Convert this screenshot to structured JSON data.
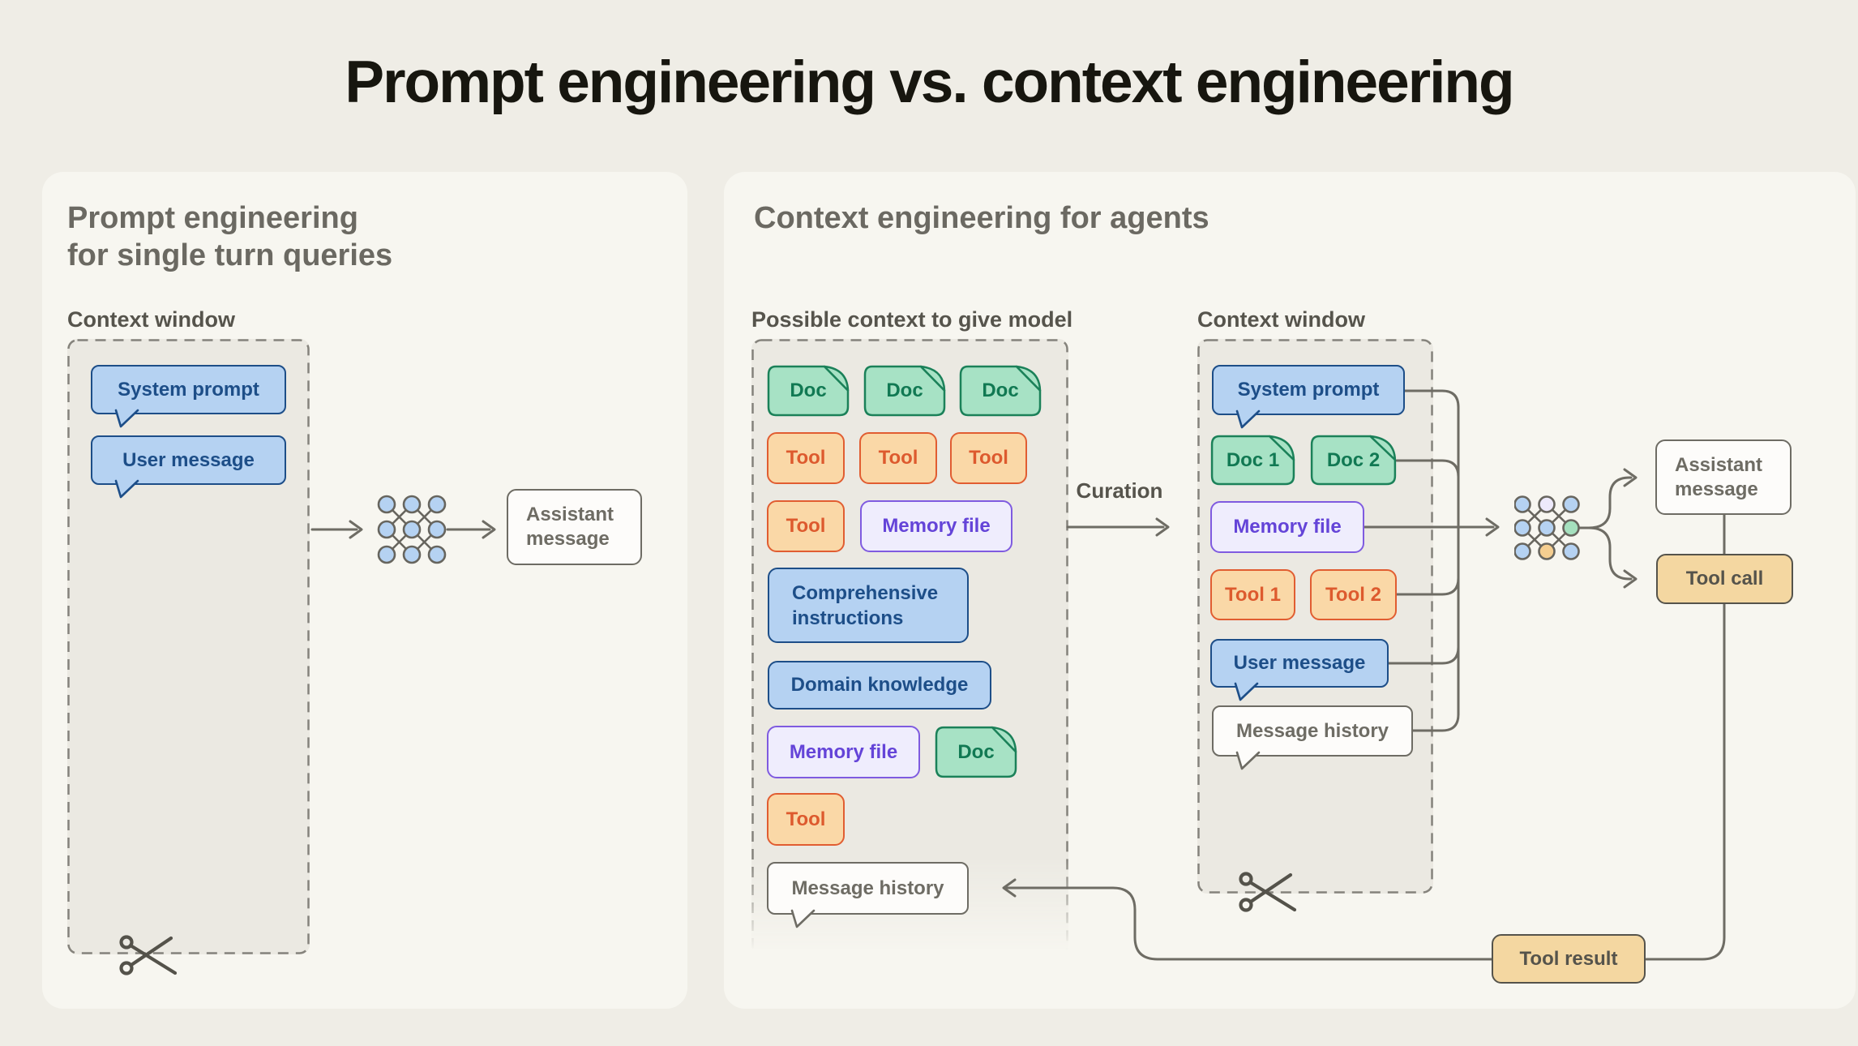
{
  "title": "Prompt engineering vs. context engineering",
  "left_panel": {
    "heading": [
      "Prompt engineering",
      "for single turn queries"
    ],
    "context_window_label": "Context window",
    "bubbles": {
      "system_prompt": "System prompt",
      "user_message": "User message"
    },
    "assistant_message": [
      "Assistant",
      "message"
    ]
  },
  "right_panel": {
    "heading": "Context engineering for agents",
    "possible_context_label": "Possible context to give model",
    "context_window_label": "Context window",
    "curation_label": "Curation",
    "possible_context": {
      "doc_row": [
        "Doc",
        "Doc",
        "Doc"
      ],
      "tool_row": [
        "Tool",
        "Tool",
        "Tool"
      ],
      "tool_4": "Tool",
      "memory_file_1": "Memory file",
      "comprehensive_instructions": [
        "Comprehensive",
        "instructions"
      ],
      "domain_knowledge": "Domain knowledge",
      "memory_file_2": "Memory file",
      "doc_4": "Doc",
      "tool_5": "Tool",
      "message_history": "Message history"
    },
    "context_window": {
      "system_prompt": "System prompt",
      "doc_1": "Doc 1",
      "doc_2": "Doc 2",
      "memory_file": "Memory file",
      "tool_1": "Tool 1",
      "tool_2": "Tool 2",
      "user_message": "User message",
      "message_history": "Message history"
    },
    "outputs": {
      "assistant_message": [
        "Assistant",
        "message"
      ],
      "tool_call": "Tool call",
      "tool_result": "Tool result"
    }
  },
  "colors": {
    "page_bg": "#EFEDE6",
    "panel_bg": "#F7F6F0",
    "line": "#6E6C64",
    "blue_fill": "#B5D2F2",
    "blue_border": "#1D4E88",
    "green_fill": "#A7E2C5",
    "green_border": "#1B8159",
    "orange_fill": "#FAD8A7",
    "orange_border": "#E15D31",
    "purple_fill": "#EFEDFD",
    "purple_border": "#7F5BE0",
    "tan_fill": "#F4D7A1",
    "node_blue": "#B5D2F2",
    "node_lavender": "#EDE9FB",
    "node_green": "#A5E0BE",
    "node_orange": "#F5CE90"
  }
}
